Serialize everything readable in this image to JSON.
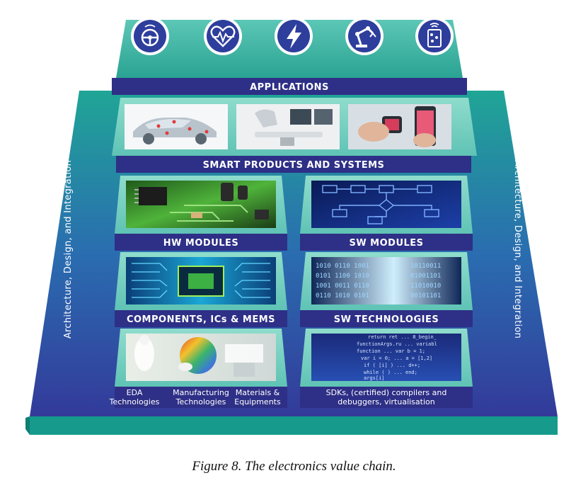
{
  "applications": {
    "label": "APPLICATIONS",
    "icons": [
      "steering-wheel-icon",
      "heartbeat-icon",
      "lightning-icon",
      "robot-arm-icon",
      "smart-home-tablet-icon"
    ]
  },
  "smart_products": {
    "label": "SMART PRODUCTS AND SYSTEMS"
  },
  "hw_modules": {
    "label": "HW MODULES"
  },
  "sw_modules": {
    "label": "SW MODULES"
  },
  "components": {
    "label": "COMPONENTS, ICs & MEMS"
  },
  "sw_technologies": {
    "label": "SW TECHNOLOGIES"
  },
  "enablers_left": {
    "eda": [
      "EDA",
      "Technologies"
    ],
    "manufacturing": [
      "Manufacturing",
      "Technologies"
    ],
    "materials": [
      "Materials &",
      "Equipments"
    ]
  },
  "enablers_right": [
    "SDKs, (certified) compilers and",
    "debuggers, virtualisation"
  ],
  "side_label": "Architecture, Design, and Integration",
  "caption": "Figure 8. The electronics value chain.",
  "colors": {
    "teal": "#1f9f95",
    "teal_light": "#5fc3b5",
    "navy": "#2e2f86",
    "blue": "#3a56b0"
  }
}
